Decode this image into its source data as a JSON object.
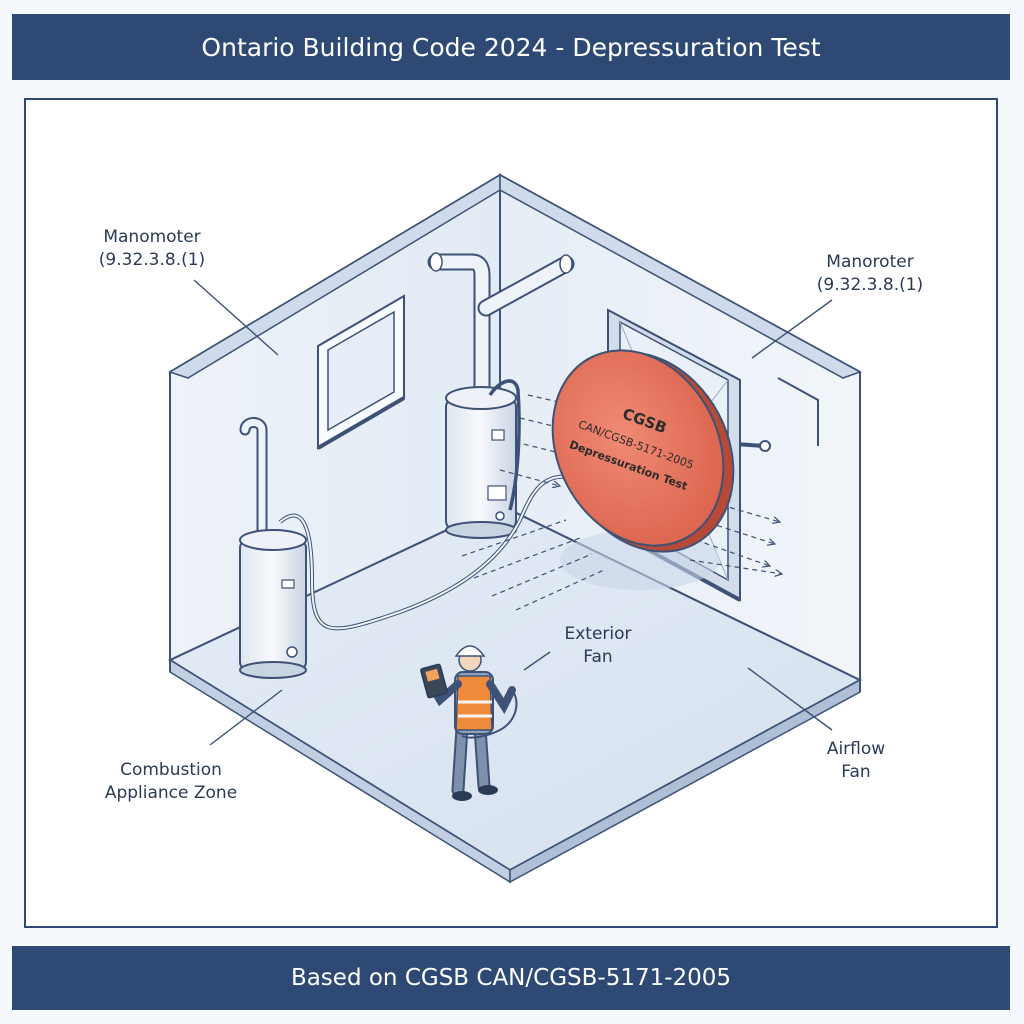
{
  "header": {
    "title": "Ontario Building Code 2024 - Depressuration Test"
  },
  "footer": {
    "text": "Based on CGSB CAN/CGSB-5171-2005"
  },
  "labels": {
    "manometer_left": {
      "line1": "Manomoter",
      "line2": "(9.32.3.8.(1)"
    },
    "manometer_right": {
      "line1": "Manoroter",
      "line2": "(9.32.3.8.(1)"
    },
    "exterior_fan": {
      "line1": "Exterior",
      "line2": "Fan"
    },
    "combustion_zone": {
      "line1": "Combustion",
      "line2": "Appliance Zone"
    },
    "airflow_fan": {
      "line1": "Airflow",
      "line2": "Fan"
    }
  },
  "fan_disc": {
    "line1": "CGSB",
    "line2": "CAN/CGSB-5171-2005",
    "line3": "Depressuration Test"
  },
  "colors": {
    "banner": "#2e4a74",
    "line": "#3d5276",
    "fan": "#e8735f",
    "vest": "#ef8a3a"
  }
}
